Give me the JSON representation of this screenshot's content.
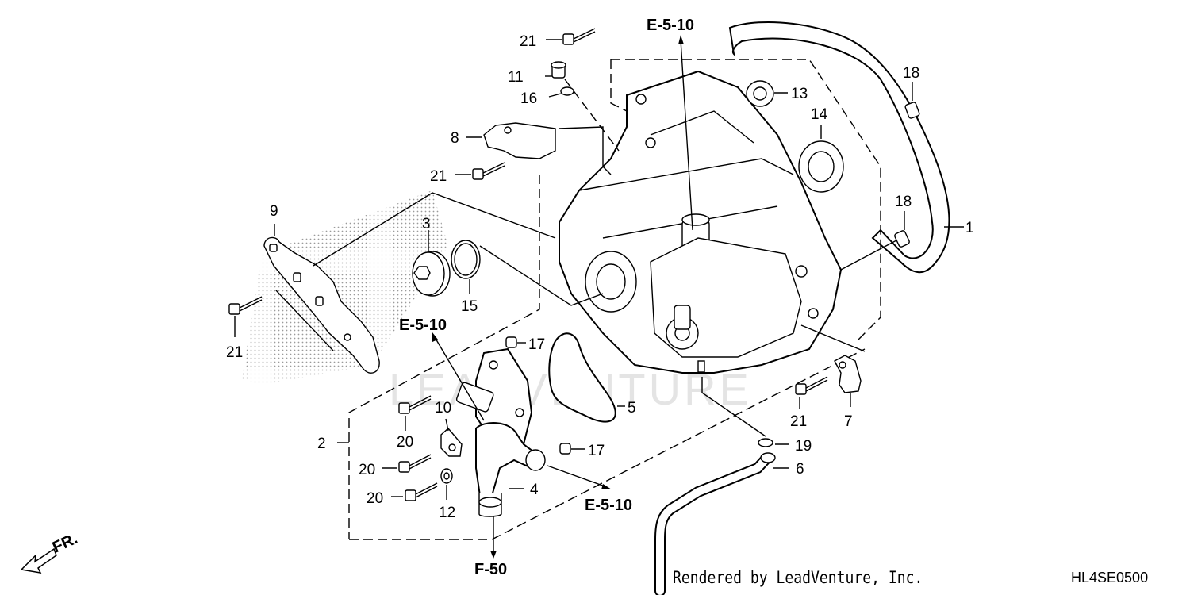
{
  "callouts": {
    "c1": "1",
    "c2": "2",
    "c3": "3",
    "c4": "4",
    "c5": "5",
    "c6": "6",
    "c7": "7",
    "c8": "8",
    "c9": "9",
    "c10": "10",
    "c11": "11",
    "c12": "12",
    "c13": "13",
    "c14": "14",
    "c15": "15",
    "c16": "16",
    "c17a": "17",
    "c17b": "17",
    "c18a": "18",
    "c18b": "18",
    "c19": "19",
    "c20a": "20",
    "c20b": "20",
    "c20c": "20",
    "c21a": "21",
    "c21b": "21",
    "c21c": "21",
    "c21d": "21"
  },
  "references": {
    "ref_top": "E-5-10",
    "ref_left": "E-5-10",
    "ref_right": "E-5-10",
    "ref_bottom": "F-50"
  },
  "orientation_label": "FR.",
  "watermark": "LEADVENTURE",
  "rendered_by": "Rendered by LeadVenture, Inc.",
  "diagram_code": "HL4SE0500"
}
